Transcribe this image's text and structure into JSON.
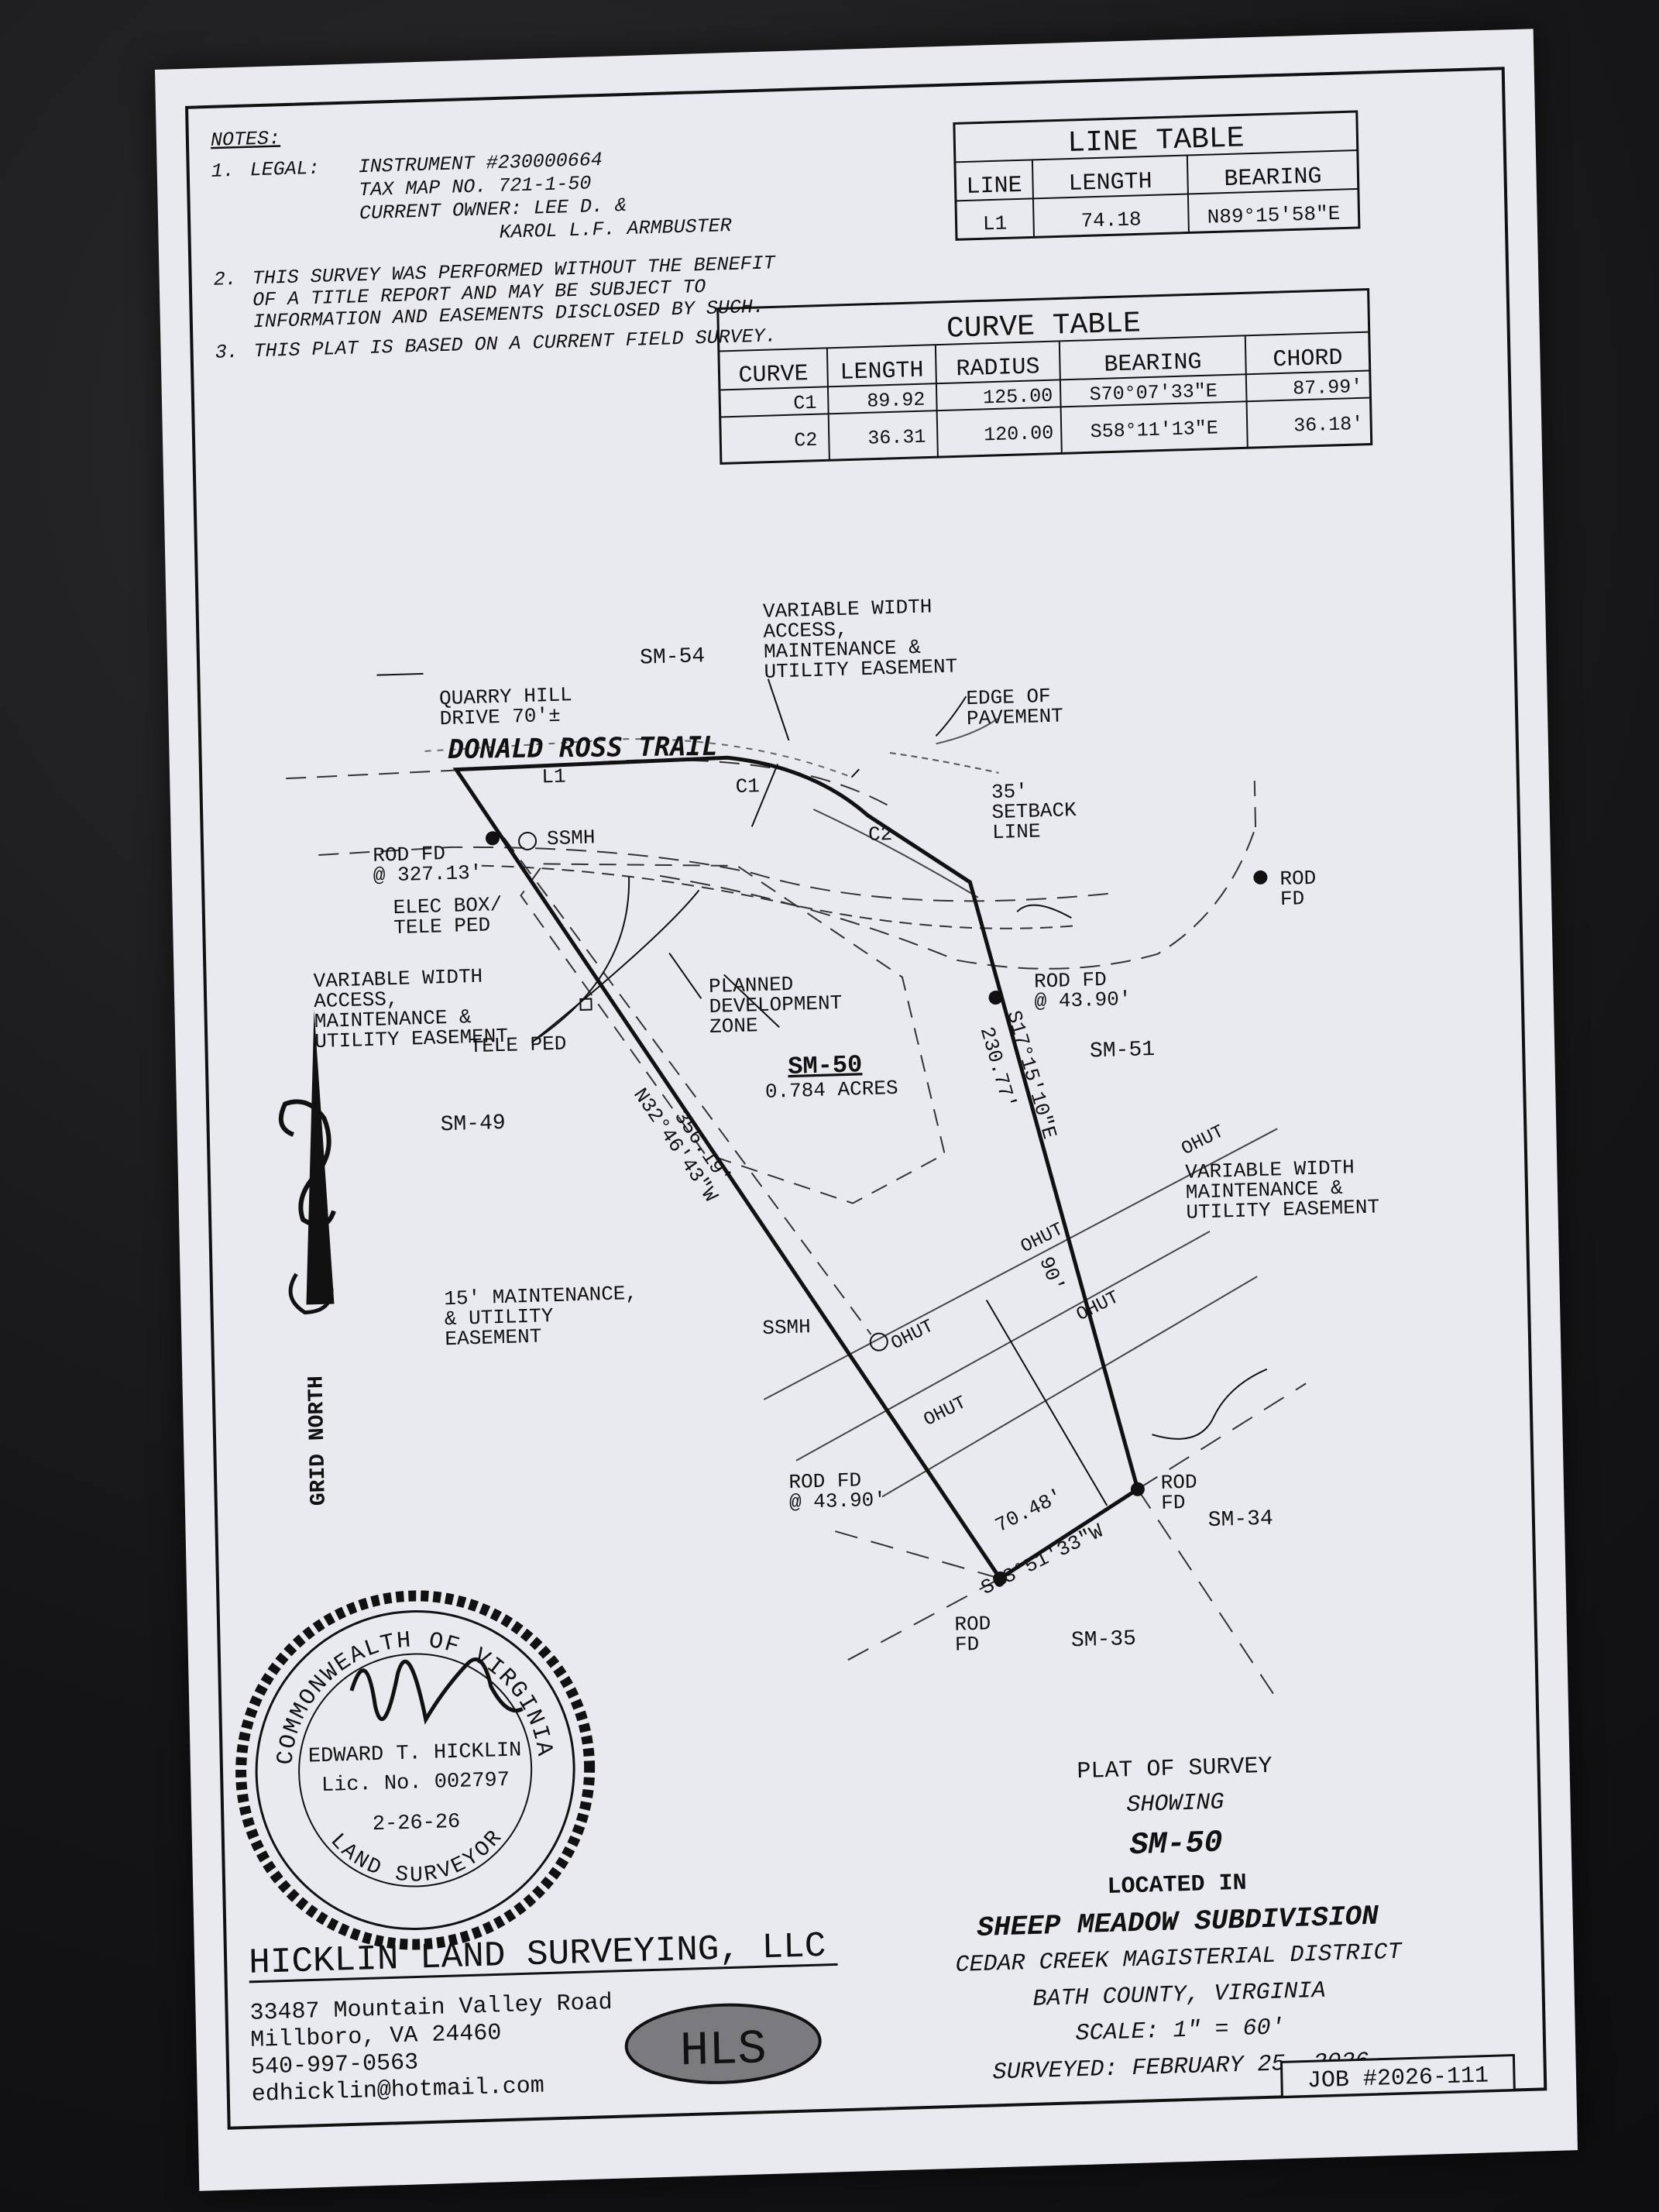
{
  "notes": {
    "heading": "NOTES:",
    "n1_num": "1.",
    "n1_label": "LEGAL:",
    "n1_lines": [
      "INSTRUMENT #230000664",
      "TAX MAP NO. 721-1-50",
      "CURRENT OWNER: LEE D. &",
      "KAROL L.F. ARMBUSTER"
    ],
    "n2_num": "2.",
    "n2_lines": [
      "THIS SURVEY WAS PERFORMED WITHOUT THE BENEFIT",
      "OF A TITLE REPORT AND MAY BE SUBJECT TO",
      "INFORMATION AND EASEMENTS DISCLOSED BY SUCH."
    ],
    "n3_num": "3.",
    "n3_line": "THIS PLAT IS BASED ON A CURRENT FIELD SURVEY."
  },
  "line_table": {
    "title": "LINE TABLE",
    "headers": [
      "LINE",
      "LENGTH",
      "BEARING"
    ],
    "rows": [
      [
        "L1",
        "74.18",
        "N89°15'58\"E"
      ]
    ]
  },
  "curve_table": {
    "title": "CURVE TABLE",
    "headers": [
      "CURVE",
      "LENGTH",
      "RADIUS",
      "BEARING",
      "CHORD"
    ],
    "rows": [
      [
        "C1",
        "89.92",
        "125.00",
        "S70°07'33\"E",
        "87.99'"
      ],
      [
        "C2",
        "36.31",
        "120.00",
        "S58°11'13\"E",
        "36.18'"
      ]
    ]
  },
  "plat": {
    "easement_top": [
      "VARIABLE WIDTH",
      "ACCESS,",
      "MAINTENANCE &",
      "UTILITY EASEMENT"
    ],
    "sm54": "SM-54",
    "quarry": [
      "QUARRY HILL",
      "DRIVE 70'±"
    ],
    "edge_pavement": [
      "EDGE OF",
      "PAVEMENT"
    ],
    "road_name": "DONALD ROSS TRAIL",
    "l1": "L1",
    "c1": "C1",
    "c2": "C2",
    "setback": [
      "35'",
      "SETBACK",
      "LINE"
    ],
    "rod_327": [
      "ROD FD",
      "@ 327.13'"
    ],
    "ssmh_top": "SSMH",
    "elec_box": [
      "ELEC BOX/",
      "TELE PED"
    ],
    "rod_fd_right": [
      "ROD",
      "FD"
    ],
    "easement_left": [
      "VARIABLE WIDTH",
      "ACCESS,",
      "MAINTENANCE &",
      "UTILITY EASEMENT"
    ],
    "planned": [
      "PLANNED",
      "DEVELOPMENT",
      "ZONE"
    ],
    "rod_4390_right": [
      "ROD FD",
      "@ 43.90'"
    ],
    "tele_ped": "TELE PED",
    "lot_name": "SM-50",
    "lot_area": "0.784 ACRES",
    "sm51": "SM-51",
    "sm49": "SM-49",
    "bearing_west": "N32°46'43\"W",
    "length_west": "356.19'",
    "bearing_east": "S17°15'10\"E",
    "length_east": "230.77'",
    "ohut": "OHUT",
    "easement_right": [
      "VARIABLE WIDTH",
      "MAINTENANCE &",
      "UTILITY EASEMENT"
    ],
    "maint15": [
      "15' MAINTENANCE,",
      "& UTILITY",
      "EASEMENT"
    ],
    "ssmh_bottom": "SSMH",
    "dim_90": "90'",
    "rod_4390_bottom": [
      "ROD FD",
      "@ 43.90'"
    ],
    "south_length": "70.48'",
    "south_bearing": "S63°51'33\"W",
    "rod_fd_se": [
      "ROD",
      "FD"
    ],
    "sm34": "SM-34",
    "rod_fd_s": [
      "ROD",
      "FD"
    ],
    "sm35": "SM-35",
    "grid_north": "GRID NORTH"
  },
  "seal": {
    "ring_top": "COMMONWEALTH OF VIRGINIA",
    "ring_bottom": "LAND SURVEYOR",
    "name": "EDWARD T. HICKLIN",
    "license": "Lic. No. 002797",
    "date": "2-26-26"
  },
  "title_block": {
    "line1": "PLAT OF SURVEY",
    "line2": "SHOWING",
    "line3": "SM-50",
    "line4": "LOCATED IN",
    "line5": "SHEEP MEADOW SUBDIVISION",
    "line6": "CEDAR CREEK MAGISTERIAL DISTRICT",
    "line7": "BATH COUNTY, VIRGINIA",
    "line8": "SCALE:   1\" = 60'",
    "line9": "SURVEYED: FEBRUARY 25, 2026"
  },
  "company": {
    "name": "HICKLIN LAND SURVEYING, LLC",
    "address": "33487 Mountain Valley Road",
    "city": "Millboro, VA 24460",
    "phone": "540-997-0563",
    "email": "edhicklin@hotmail.com",
    "logo": "HLS"
  },
  "job": "JOB #2026-111"
}
